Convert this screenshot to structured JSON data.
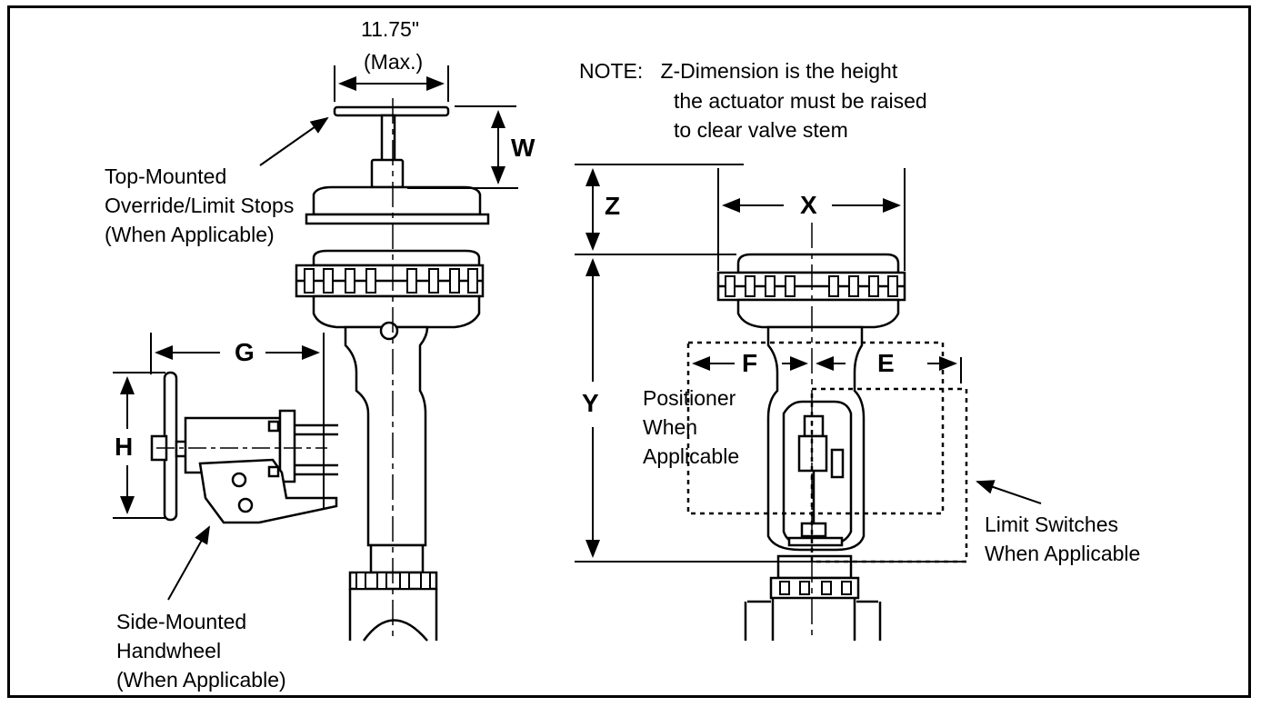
{
  "dim_top_width": "11.75\"",
  "dim_top_max": "(Max.)",
  "note": {
    "line1": "NOTE:   Z-Dimension is the height",
    "line2": "the actuator must be raised",
    "line3": "to clear valve stem"
  },
  "labels": {
    "w": "W",
    "z": "Z",
    "x": "X",
    "g": "G",
    "h": "H",
    "y": "Y",
    "f": "F",
    "e": "E"
  },
  "callouts": {
    "top_mounted": [
      "Top-Mounted",
      "Override/Limit Stops",
      "(When Applicable)"
    ],
    "side_mounted": [
      "Side-Mounted",
      "Handwheel",
      "(When Applicable)"
    ],
    "positioner": [
      "Positioner",
      "When",
      "Applicable"
    ],
    "limit_switches": [
      "Limit Switches",
      "When Applicable"
    ]
  },
  "colors": {
    "line": "#000000",
    "fill": "#ffffff",
    "shade": "#e6e6e6"
  }
}
